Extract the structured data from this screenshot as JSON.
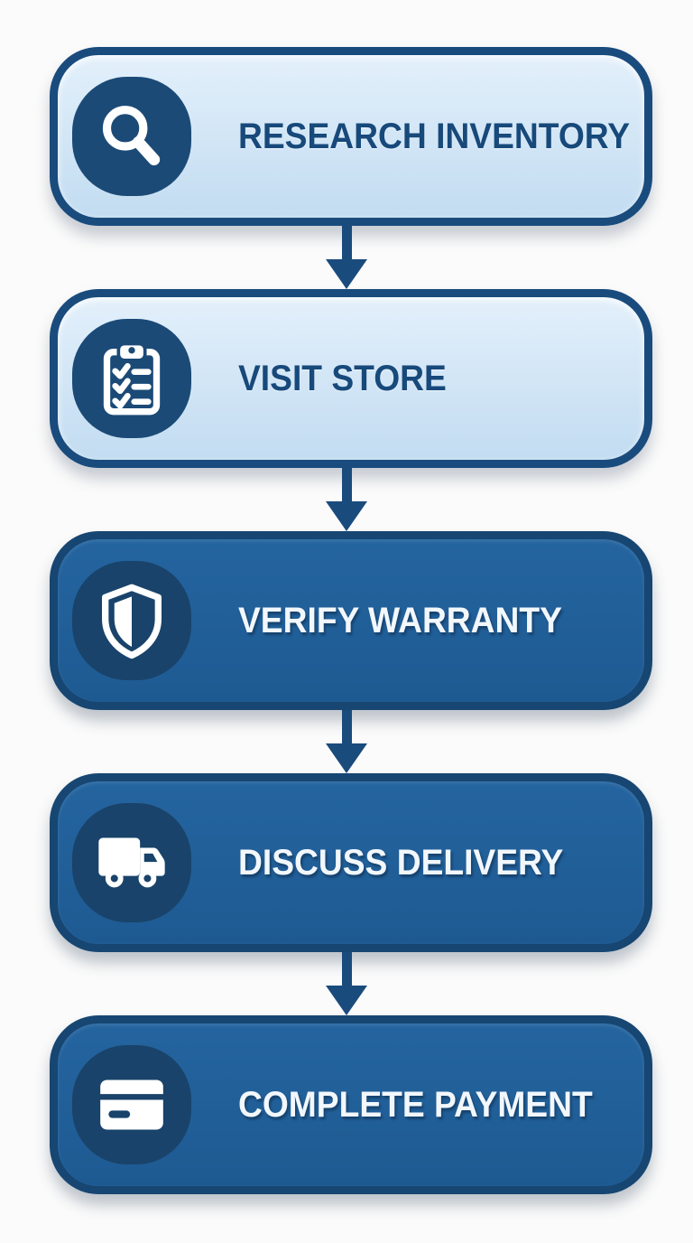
{
  "diagram": {
    "steps": [
      {
        "label": "RESEARCH INVENTORY",
        "icon": "magnifier-icon",
        "variant": "light"
      },
      {
        "label": "VISIT STORE",
        "icon": "clipboard-checklist-icon",
        "variant": "light"
      },
      {
        "label": "VERIFY WARRANTY",
        "icon": "shield-icon",
        "variant": "dark"
      },
      {
        "label": "DISCUSS DELIVERY",
        "icon": "delivery-truck-icon",
        "variant": "dark"
      },
      {
        "label": "COMPLETE PAYMENT",
        "icon": "credit-card-icon",
        "variant": "dark"
      }
    ],
    "colors": {
      "page_bg": "#fbfbfb",
      "light_box_fill_top": "#e3f0fb",
      "light_box_fill_bottom": "#c2dcf1",
      "light_box_border": "#1a4b7d",
      "dark_box_fill_top": "#24649f",
      "dark_box_fill_bottom": "#1e5a92",
      "dark_box_border": "#174672",
      "badge_on_light": "#1b4a77",
      "badge_on_dark": "#19436a",
      "arrow": "#1a4b7d",
      "text_on_light": "#17497b",
      "text_on_dark": "#f2f7fc"
    }
  }
}
